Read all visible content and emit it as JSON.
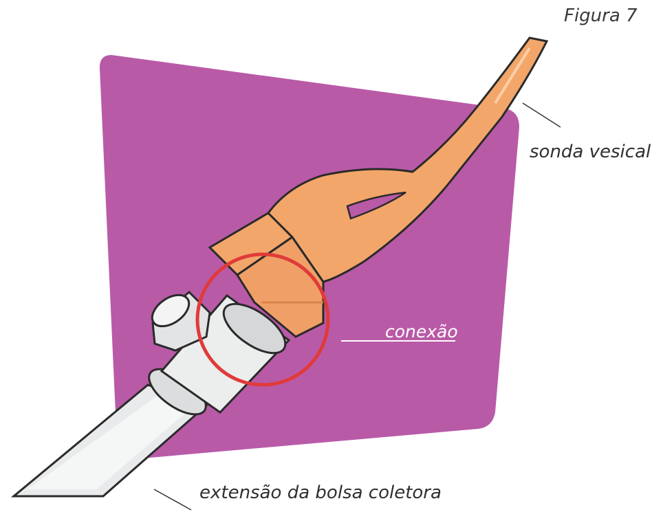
{
  "figure": {
    "label": "Figura 7"
  },
  "labels": {
    "catheter": "sonda vesical",
    "connection": "conexão",
    "extension": "extensão da bolsa coletora"
  },
  "colors": {
    "background_panel": "#b95aa7",
    "catheter": "#f2a66a",
    "catheter_shadow": "#d9844a",
    "tube": "#e9eaeb",
    "highlight_circle": "#e03a3a",
    "outline": "#2a2a2a"
  }
}
